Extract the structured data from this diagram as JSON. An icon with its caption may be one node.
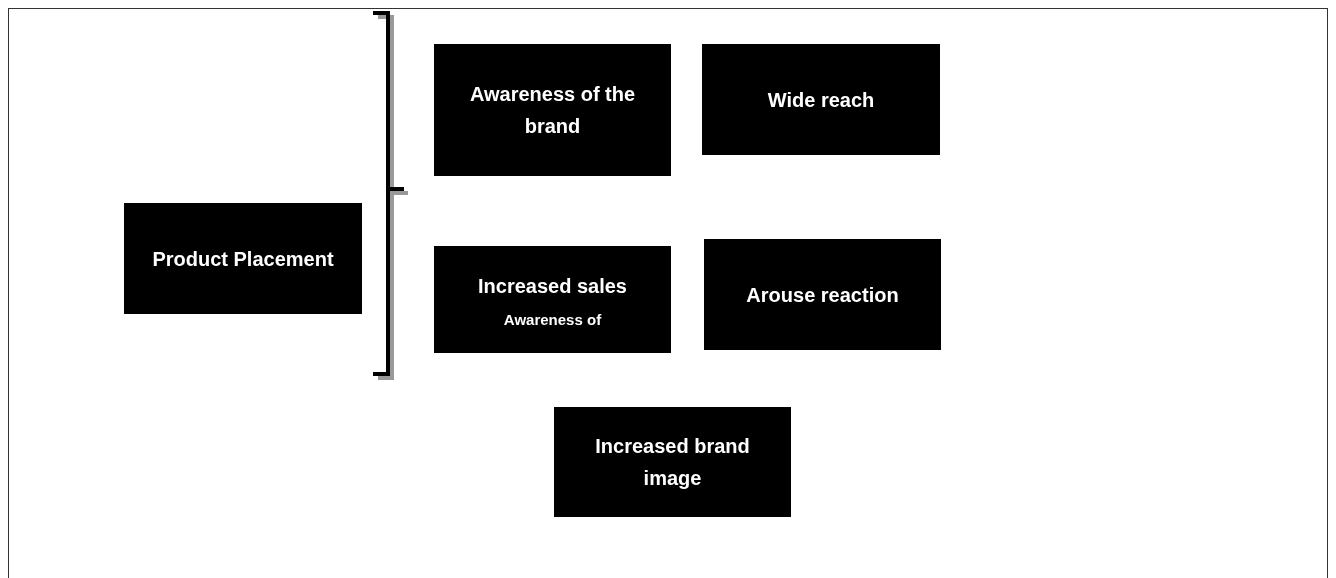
{
  "diagram": {
    "nodes": [
      {
        "text": [
          "Product Placement"
        ]
      },
      {
        "text": [
          "Awareness of the brand"
        ]
      },
      {
        "text": [
          "Wide reach"
        ]
      },
      {
        "text": [
          "Increased sales",
          "Awareness of"
        ]
      },
      {
        "text": [
          "Arouse reaction"
        ]
      },
      {
        "text": [
          "Increased brand image"
        ]
      }
    ]
  }
}
